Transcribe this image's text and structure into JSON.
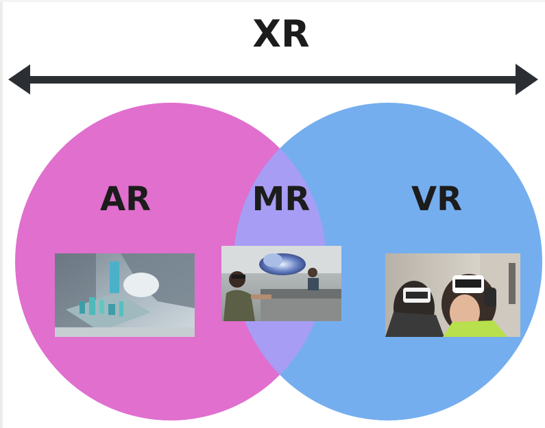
{
  "title": "XR",
  "regions": {
    "ar": {
      "label": "AR",
      "color": "#e06fce"
    },
    "mr": {
      "label": "MR",
      "color": "#a79df5"
    },
    "vr": {
      "label": "VR",
      "color": "#75aeee"
    }
  },
  "arrow": {
    "color": "#2b2f33",
    "direction": "bidirectional"
  }
}
